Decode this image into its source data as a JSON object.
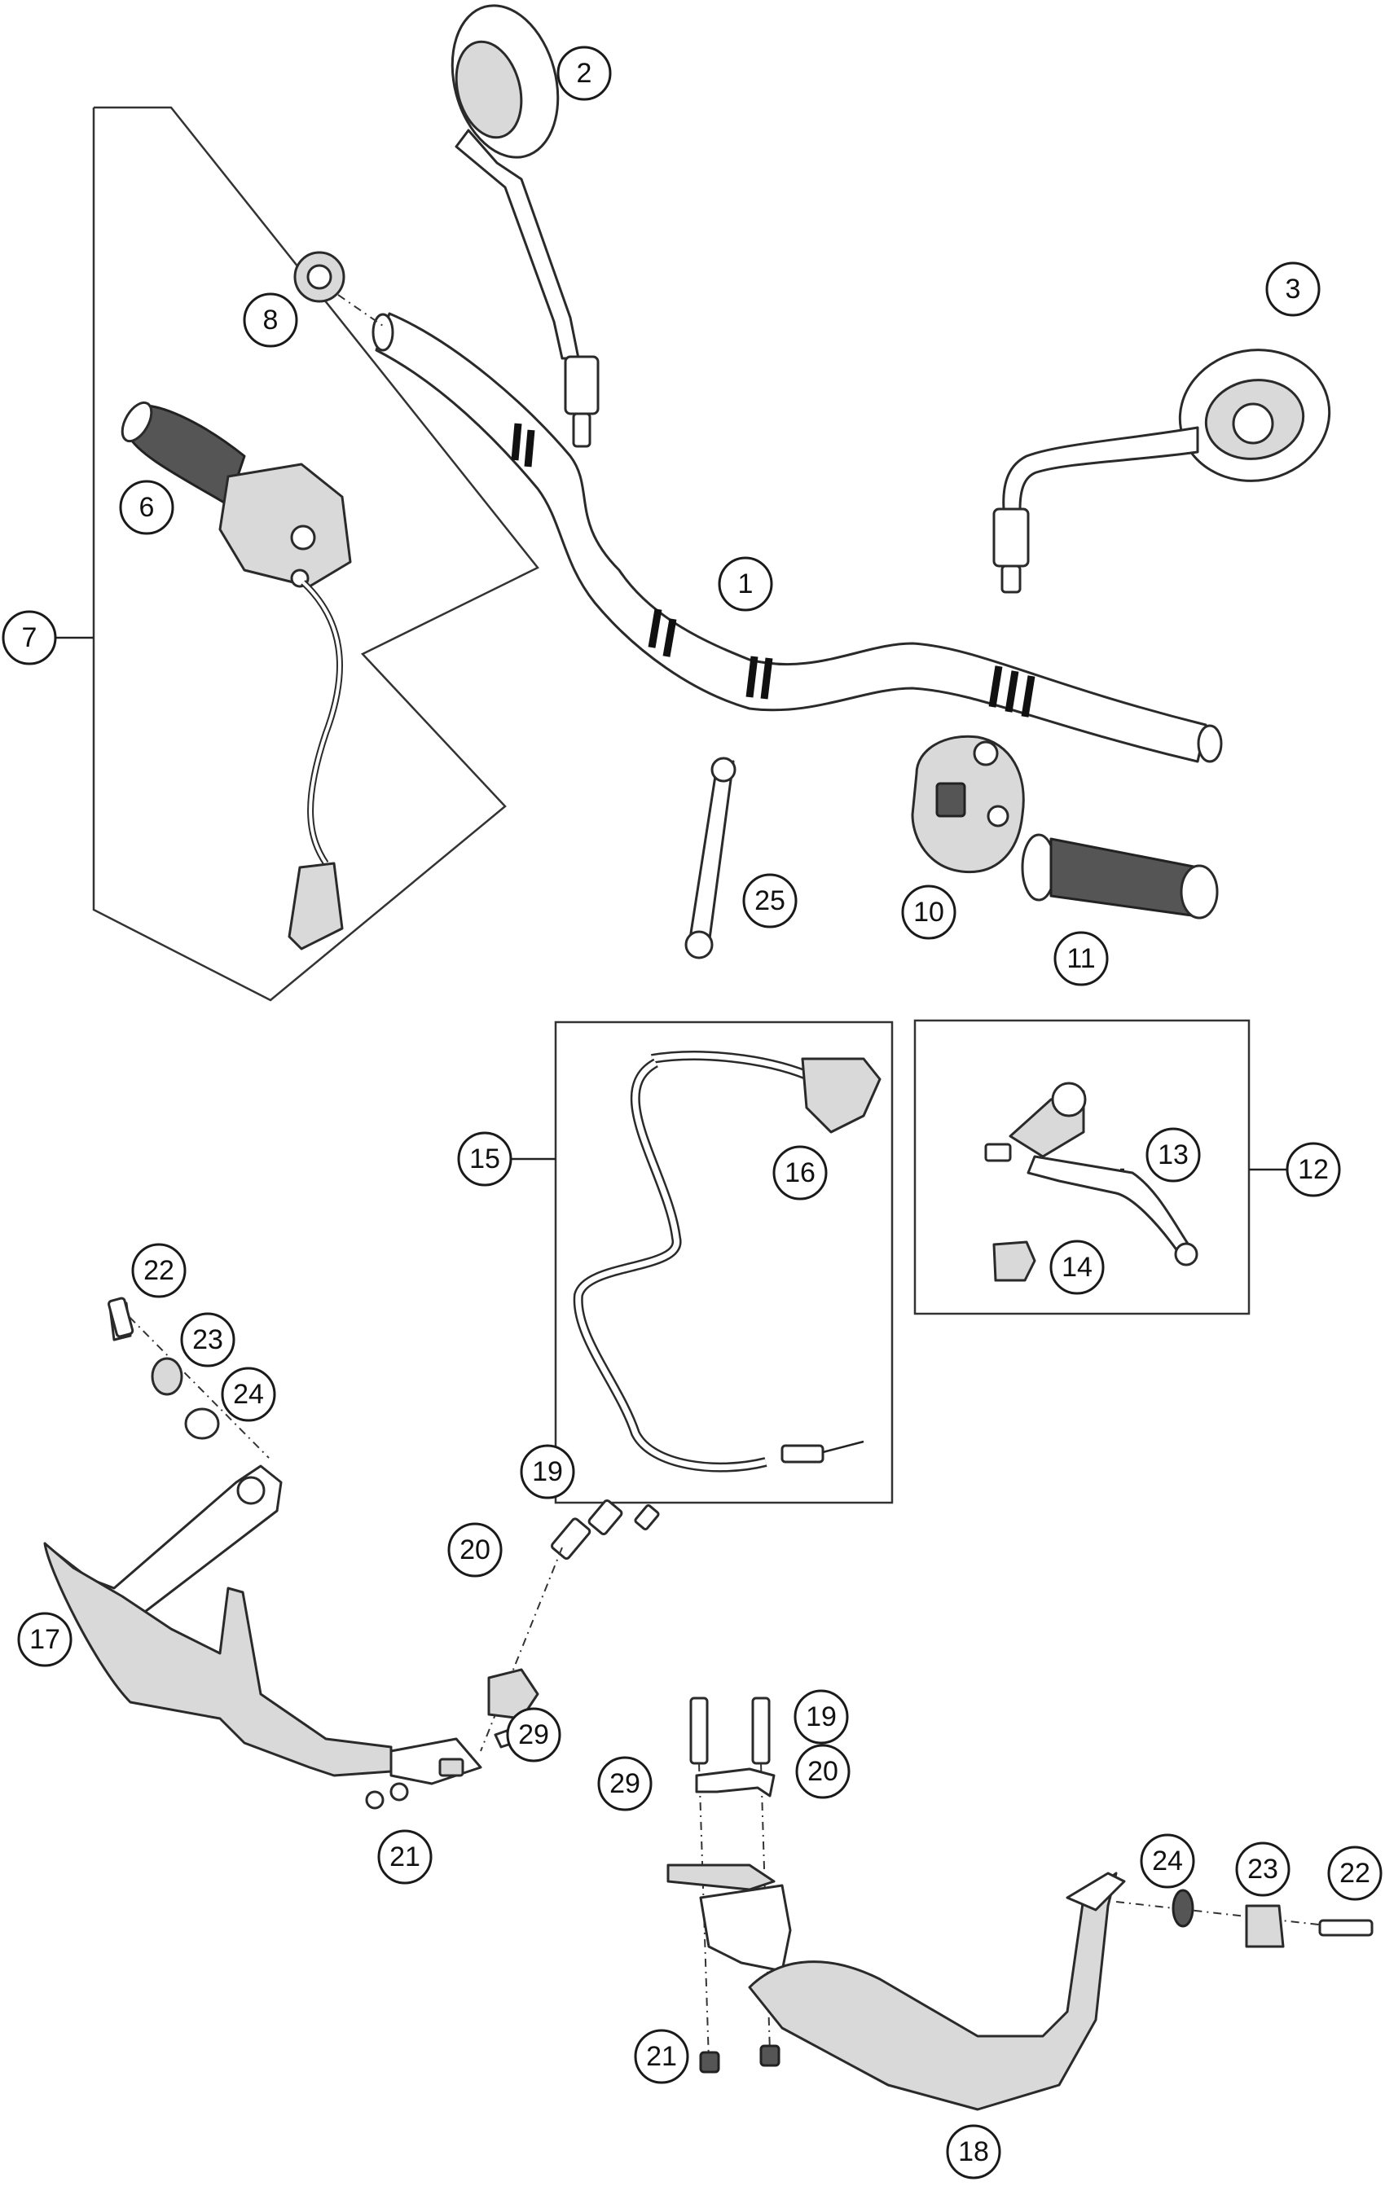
{
  "diagram": {
    "callouts": [
      {
        "id": "c1",
        "label": "1"
      },
      {
        "id": "c2",
        "label": "2"
      },
      {
        "id": "c3",
        "label": "3"
      },
      {
        "id": "c6",
        "label": "6"
      },
      {
        "id": "c7",
        "label": "7"
      },
      {
        "id": "c8",
        "label": "8"
      },
      {
        "id": "c10",
        "label": "10"
      },
      {
        "id": "c11",
        "label": "11"
      },
      {
        "id": "c12",
        "label": "12"
      },
      {
        "id": "c13",
        "label": "13"
      },
      {
        "id": "c14",
        "label": "14"
      },
      {
        "id": "c15",
        "label": "15"
      },
      {
        "id": "c16",
        "label": "16"
      },
      {
        "id": "c17",
        "label": "17"
      },
      {
        "id": "c18",
        "label": "18"
      },
      {
        "id": "c19a",
        "label": "19"
      },
      {
        "id": "c19b",
        "label": "19"
      },
      {
        "id": "c20a",
        "label": "20"
      },
      {
        "id": "c20b",
        "label": "20"
      },
      {
        "id": "c21a",
        "label": "21"
      },
      {
        "id": "c21b",
        "label": "21"
      },
      {
        "id": "c22a",
        "label": "22"
      },
      {
        "id": "c22b",
        "label": "22"
      },
      {
        "id": "c23a",
        "label": "23"
      },
      {
        "id": "c23b",
        "label": "23"
      },
      {
        "id": "c24a",
        "label": "24"
      },
      {
        "id": "c24b",
        "label": "24"
      },
      {
        "id": "c25",
        "label": "25"
      },
      {
        "id": "c29a",
        "label": "29"
      },
      {
        "id": "c29b",
        "label": "29"
      }
    ]
  }
}
